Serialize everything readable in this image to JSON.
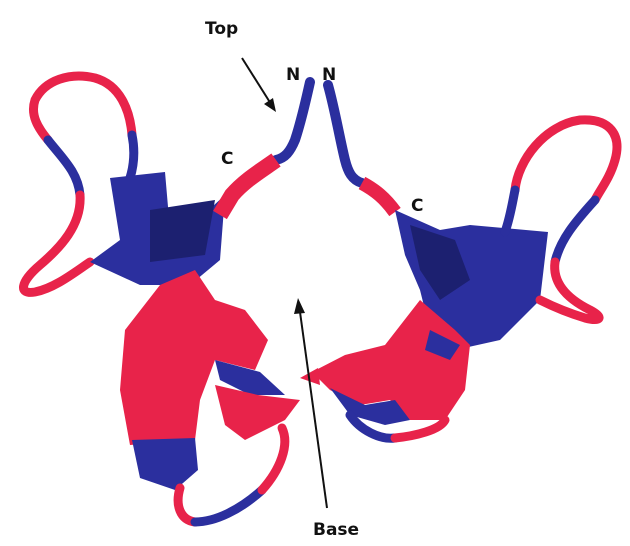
{
  "labels": {
    "top": "Top",
    "base": "Base",
    "n_left": "N",
    "n_right": "N",
    "c_left": "C",
    "c_right": "C"
  },
  "colors": {
    "red": "#e8234a",
    "blue": "#2b2f9e",
    "dark_blue": "#1c2070",
    "arrow": "#111111",
    "background": "#ffffff"
  }
}
